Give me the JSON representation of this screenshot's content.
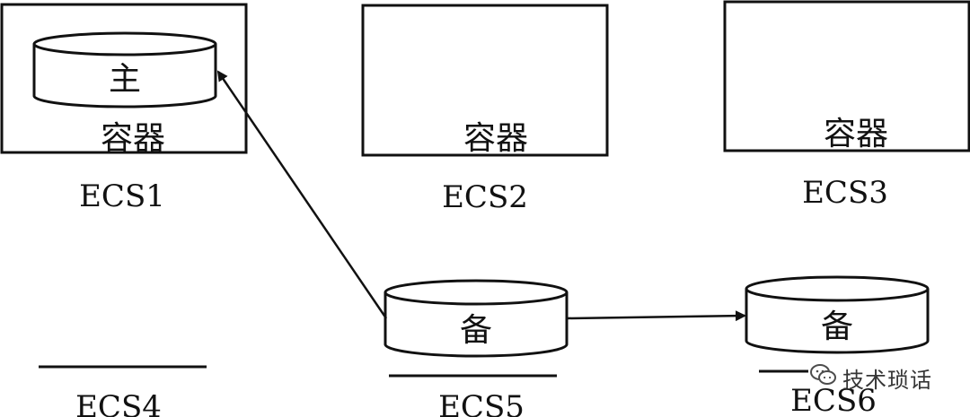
{
  "diagram": {
    "container_label": "容器",
    "master_label": "主",
    "backup_label": "备",
    "servers": [
      {
        "id": "ecs1",
        "label": "ECS1"
      },
      {
        "id": "ecs2",
        "label": "ECS2"
      },
      {
        "id": "ecs3",
        "label": "ECS3"
      },
      {
        "id": "ecs4",
        "label": "ECS4"
      },
      {
        "id": "ecs5",
        "label": "ECS5"
      },
      {
        "id": "ecs6",
        "label": "ECS6"
      }
    ],
    "connections": [
      {
        "from": "ecs5-backup-db",
        "to": "ecs1-master-db"
      },
      {
        "from": "ecs5-backup-db",
        "to": "ecs6-backup-db"
      }
    ]
  },
  "watermark": {
    "text": "技术琐话",
    "icon": "wechat-icon"
  },
  "colors": {
    "stroke": "#111111",
    "background": "#ffffff"
  }
}
